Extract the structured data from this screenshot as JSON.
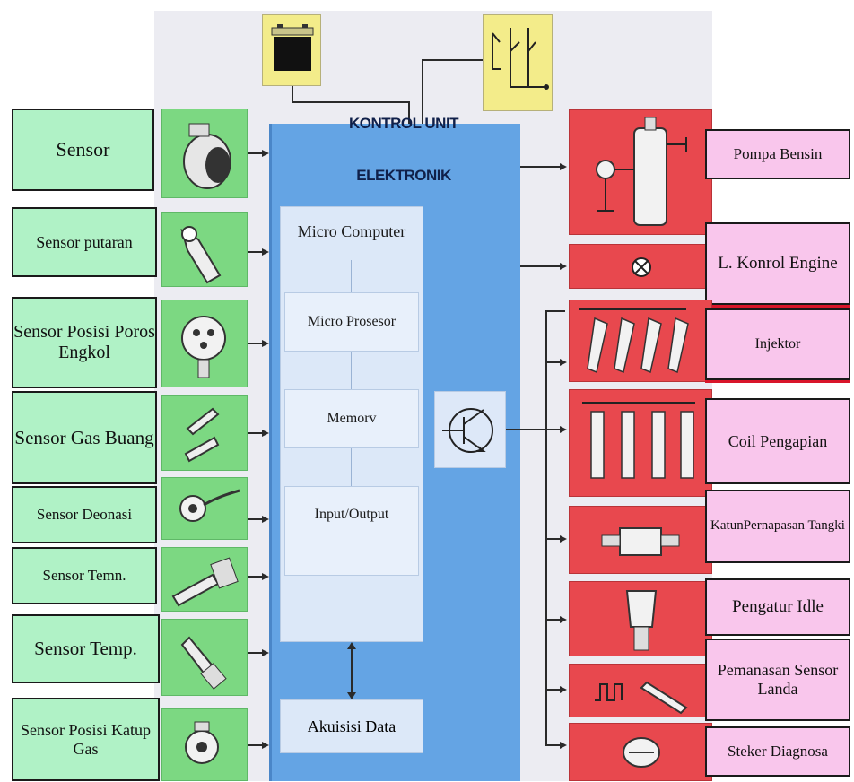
{
  "ecu": {
    "title_line1": "KONTROL UNIT",
    "title_line2": "ELEKTRONIK",
    "micro_computer": "Micro Computer",
    "micro_prosesor": "Micro Prosesor",
    "memory": "Memorv",
    "input_output": "Input/Output",
    "akuisisi_data": "Akuisisi Data"
  },
  "sensors": [
    {
      "label": "Sensor",
      "icon": "air-flow-meter-icon"
    },
    {
      "label": "Sensor putaran",
      "icon": "speed-sensor-icon"
    },
    {
      "label": "Sensor Posisi Poros Engkol",
      "icon": "distributor-icon"
    },
    {
      "label": "Sensor Gas Buang",
      "icon": "oxygen-sensor-icon"
    },
    {
      "label": "Sensor Deonasi",
      "icon": "knock-sensor-icon"
    },
    {
      "label": "Sensor Temn.",
      "icon": "temperature-sensor-icon"
    },
    {
      "label": "Sensor Temp.",
      "icon": "temperature-sensor-icon"
    },
    {
      "label": "Sensor Posisi Katup Gas",
      "icon": "throttle-sensor-icon"
    }
  ],
  "actuators": [
    {
      "label": "Pompa Bensin",
      "icon": "fuel-pump-icon"
    },
    {
      "label": "L. Konrol Engine",
      "icon": "lamp-icon"
    },
    {
      "label": "Injektor",
      "icon": "injector-icon"
    },
    {
      "label": "Coil Pengapian",
      "icon": "ignition-coil-icon"
    },
    {
      "label": "KatunPernapasan Tangki",
      "icon": "valve-icon"
    },
    {
      "label": "Pengatur Idle",
      "icon": "idle-control-icon"
    },
    {
      "label": "Pemanasan Sensor Landa",
      "icon": "heater-icon"
    },
    {
      "label": "Steker Diagnosa",
      "icon": "diagnostic-plug-icon"
    }
  ],
  "inputs_top": [
    {
      "icon": "battery-icon"
    },
    {
      "icon": "switch-icon"
    }
  ],
  "colors": {
    "sensor_label_bg": "#b0f2c6",
    "sensor_pic_bg": "#7cd882",
    "actuator_pic_bg": "#e8484e",
    "actuator_label_bg": "#f9c6ec",
    "ecu_bg": "#64a4e4",
    "input_bg": "#f3ec8a"
  }
}
